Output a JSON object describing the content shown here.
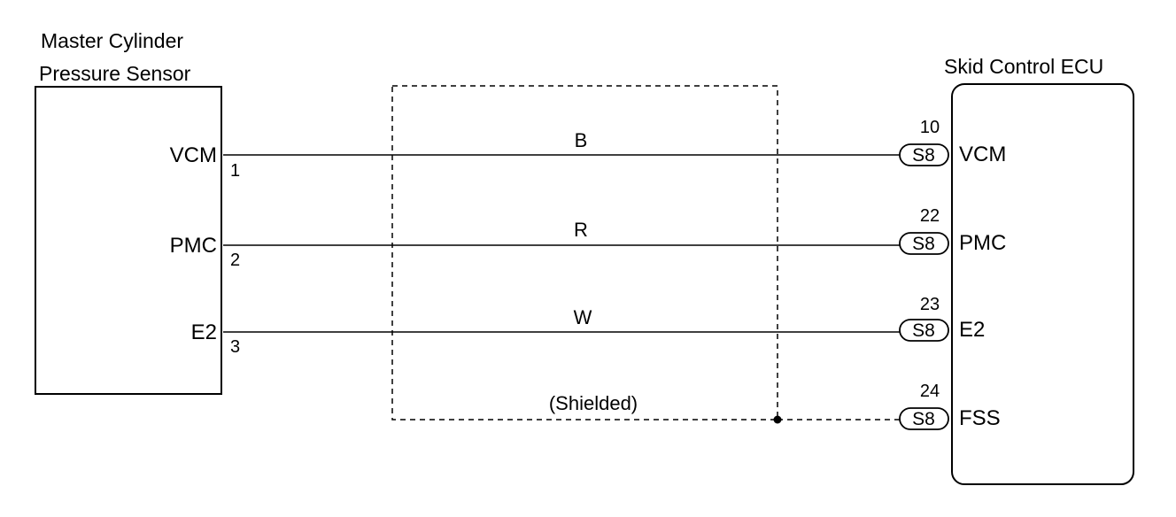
{
  "sensor": {
    "title_line1": "Master Cylinder",
    "title_line2": "Pressure Sensor",
    "terminals": [
      {
        "signal": "VCM",
        "pin": "1"
      },
      {
        "signal": "PMC",
        "pin": "2"
      },
      {
        "signal": "E2",
        "pin": "3"
      }
    ]
  },
  "ecu": {
    "title": "Skid Control ECU",
    "terminals": [
      {
        "pin": "10",
        "connector": "S8",
        "signal": "VCM"
      },
      {
        "pin": "22",
        "connector": "S8",
        "signal": "PMC"
      },
      {
        "pin": "23",
        "connector": "S8",
        "signal": "E2"
      },
      {
        "pin": "24",
        "connector": "S8",
        "signal": "FSS"
      }
    ]
  },
  "wires": [
    {
      "color_code": "B"
    },
    {
      "color_code": "R"
    },
    {
      "color_code": "W"
    }
  ],
  "shield": {
    "label": "(Shielded)"
  },
  "colors": {
    "line": "#000000",
    "background": "#ffffff"
  }
}
